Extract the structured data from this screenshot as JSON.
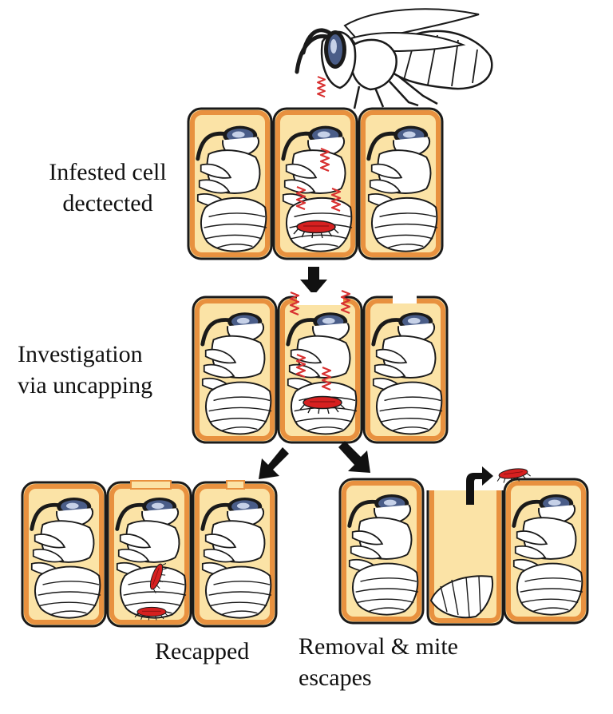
{
  "labels": {
    "infested": "Infested cell\ndectected",
    "investigation": "Investigation\nvia uncapping",
    "recapped": "Recapped",
    "removal": "Removal & mite\nescapes"
  },
  "colors": {
    "cell_fill": "#fbe3a6",
    "cell_border": "#e8913f",
    "outline": "#1a1a1a",
    "eye": "#4a5d88",
    "mite": "#d62020",
    "signal": "#d83030",
    "arrow": "#111111"
  }
}
